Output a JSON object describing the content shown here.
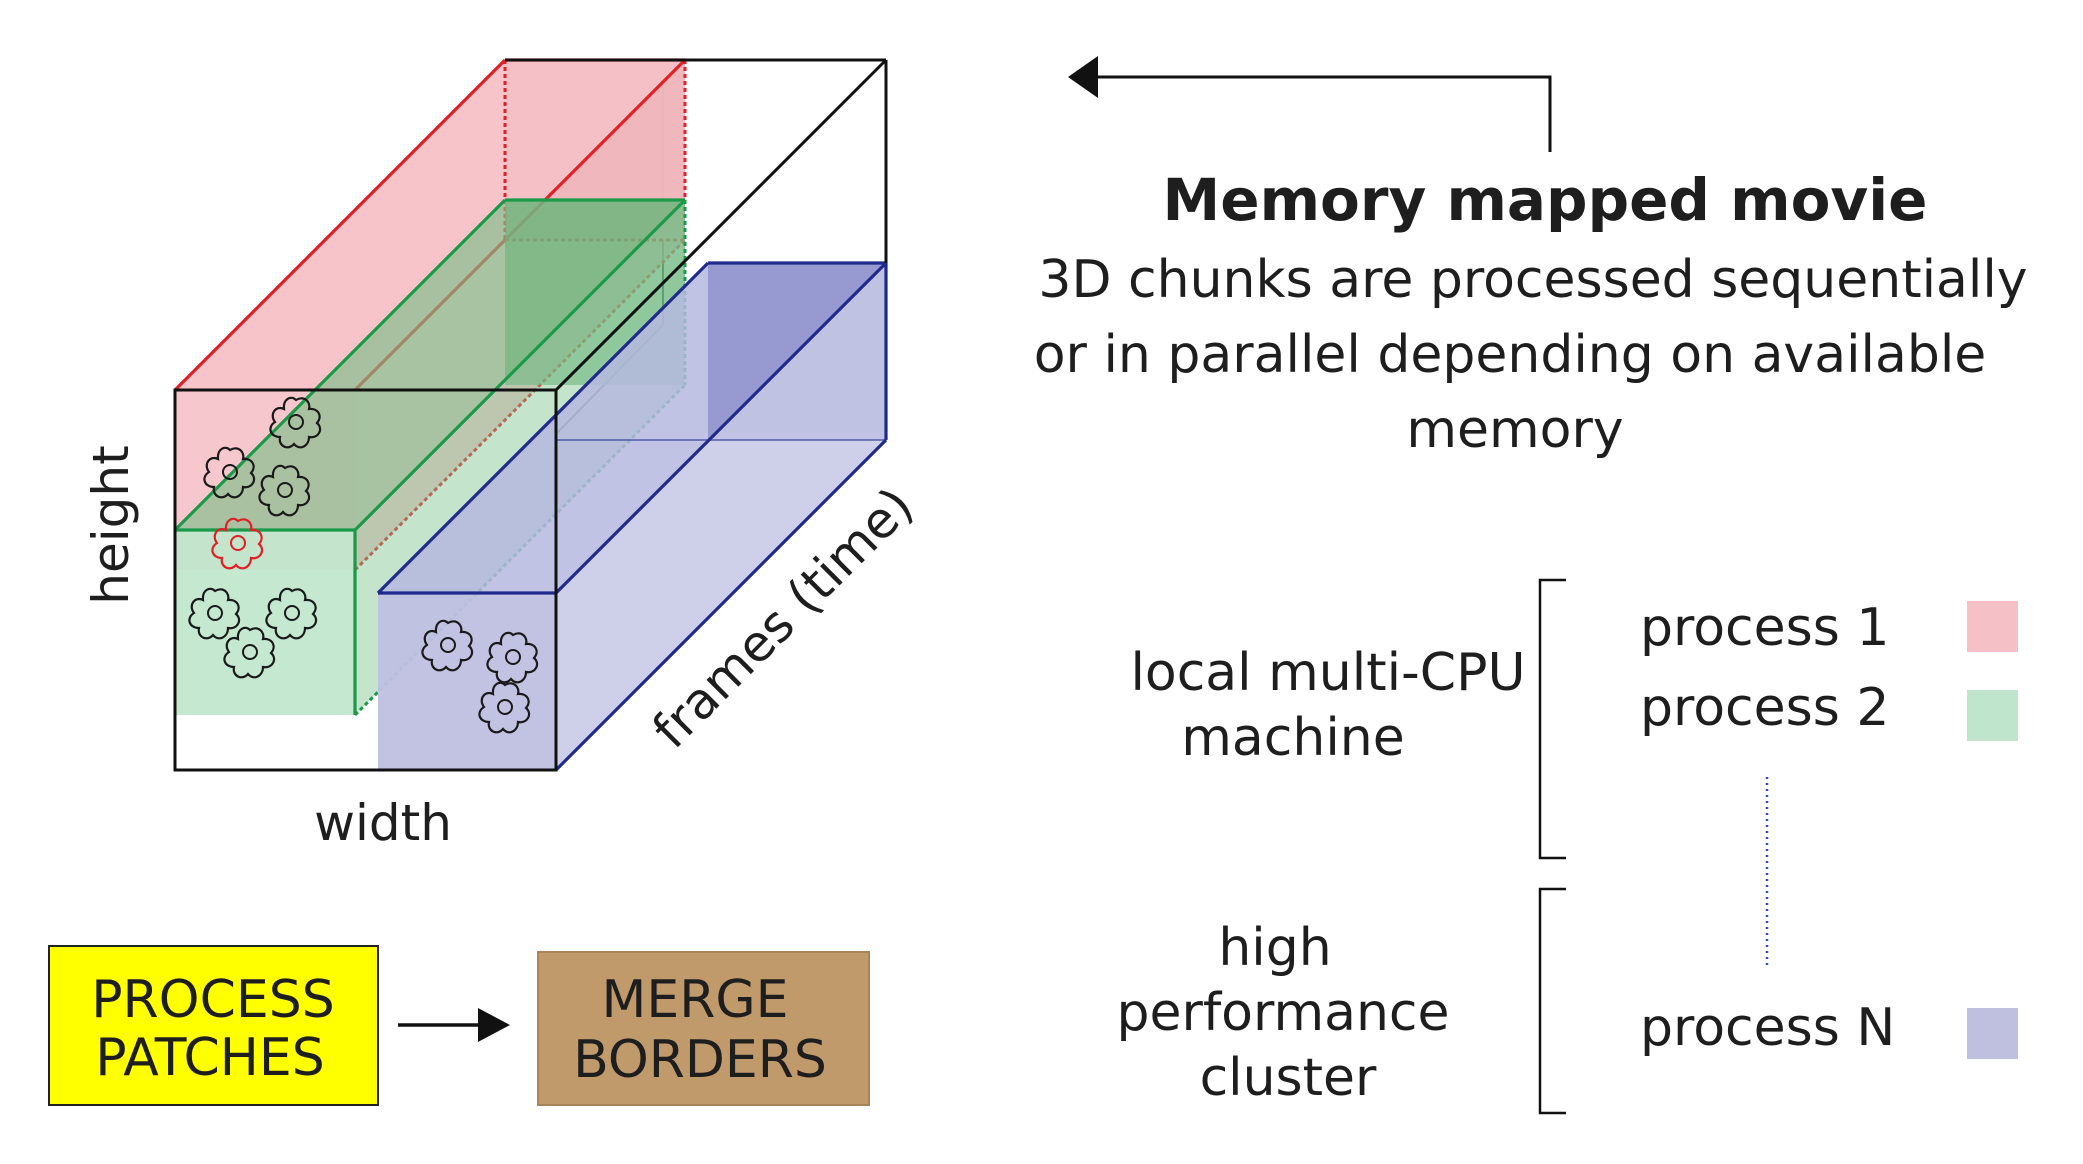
{
  "diagram": {
    "axis_labels": {
      "height": "height",
      "width": "width",
      "frames": "frames (time)"
    },
    "description": {
      "title": "Memory mapped movie",
      "line1": "3D chunks are processed sequentially",
      "line2": "or in parallel depending on available",
      "line3": "memory"
    },
    "groups": {
      "local": {
        "line1": "local multi-CPU",
        "line2": "machine"
      },
      "cluster": {
        "line1": "high",
        "line2": "performance",
        "line3": "cluster"
      }
    },
    "processes": [
      {
        "label": "process 1",
        "color": "#f5c1c6"
      },
      {
        "label": "process 2",
        "color": "#bfe6cc"
      },
      {
        "label": "process N",
        "color": "#bfc0e0"
      }
    ],
    "flow": {
      "step1": {
        "line1": "PROCESS",
        "line2": "PATCHES",
        "color": "#ffff00"
      },
      "step2": {
        "line1": "MERGE",
        "line2": "BORDERS",
        "color": "#c09a6b"
      }
    },
    "colors": {
      "red": "#e01f26",
      "green": "#1a9a48",
      "blue": "#1f2a8c",
      "dotted_line": "#3d4aa8"
    }
  }
}
